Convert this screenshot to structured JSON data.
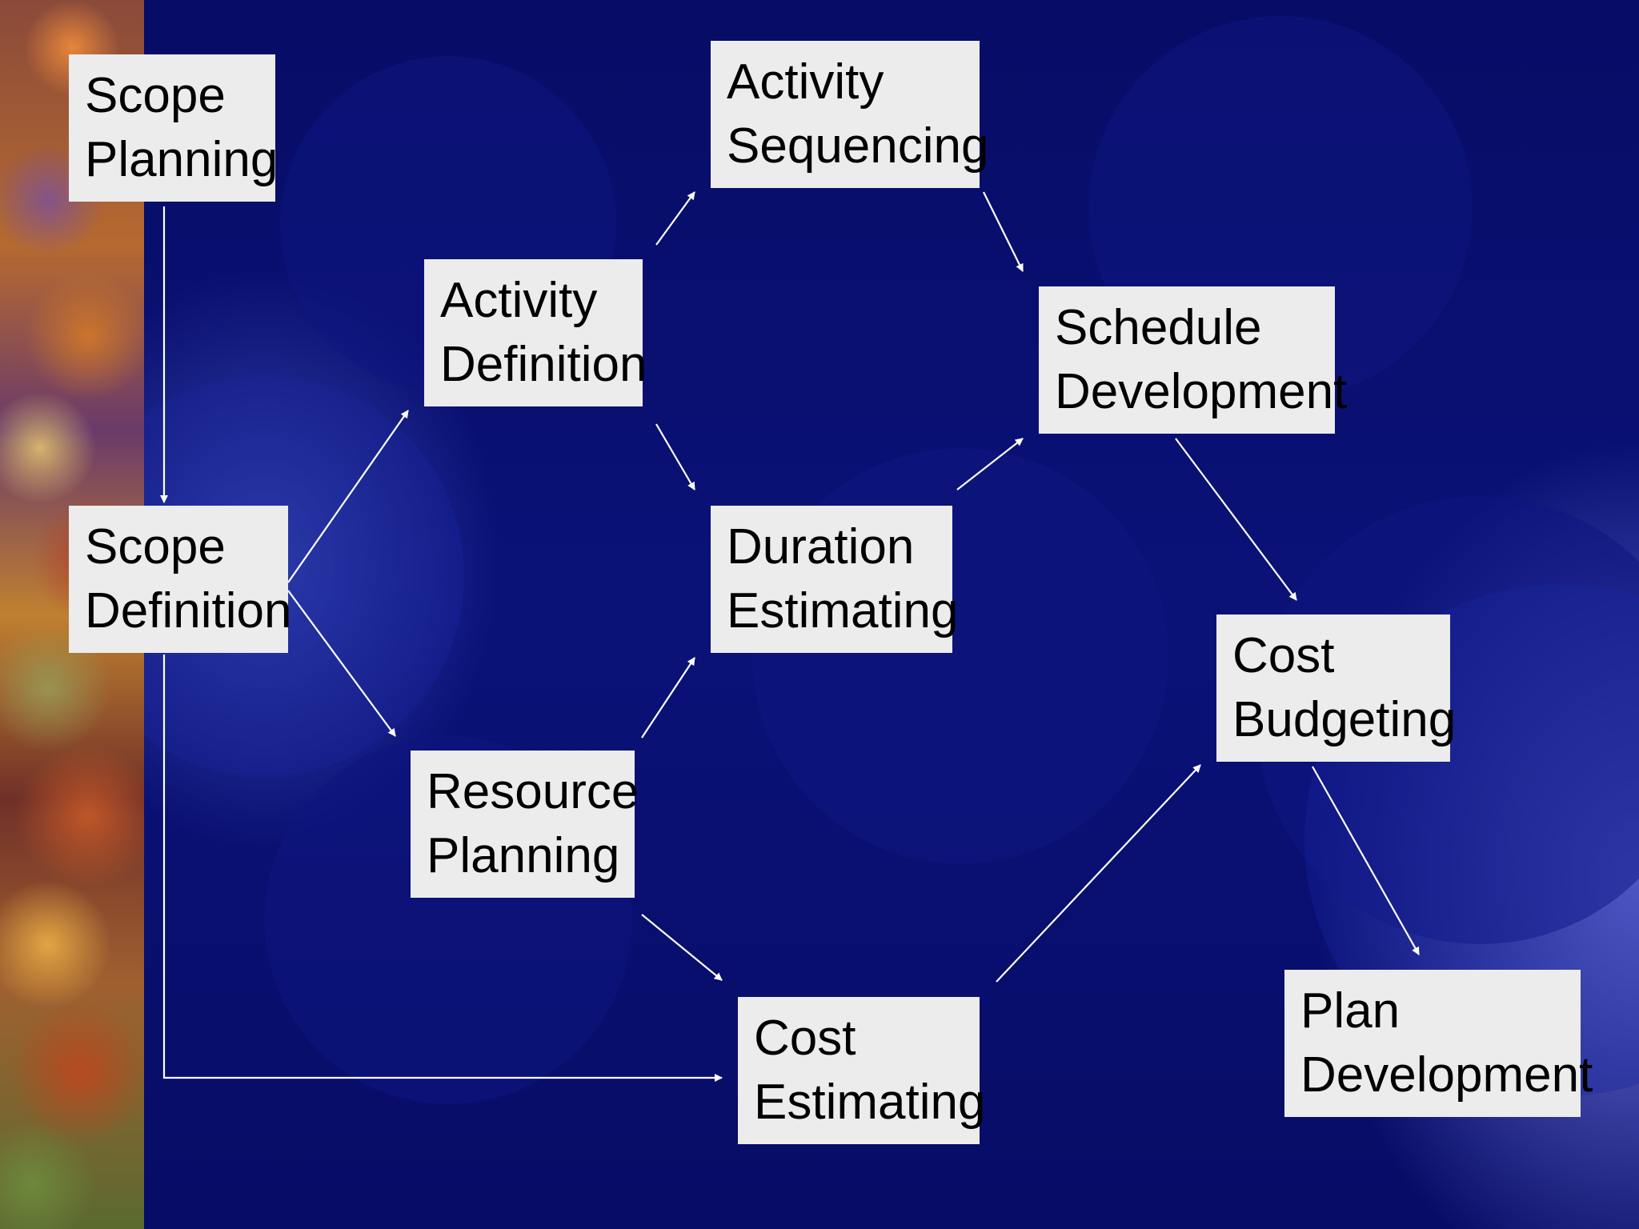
{
  "slide": {
    "nodes": {
      "scope_planning": {
        "line1": "Scope",
        "line2": "Planning"
      },
      "scope_definition": {
        "line1": "Scope",
        "line2": "Definition"
      },
      "activity_definition": {
        "line1": "Activity",
        "line2": "Definition"
      },
      "resource_planning": {
        "line1": "Resource",
        "line2": "Planning"
      },
      "activity_sequencing": {
        "line1": "Activity",
        "line2": "Sequencing"
      },
      "duration_estimating": {
        "line1": "Duration",
        "line2": "Estimating"
      },
      "cost_estimating": {
        "line1": "Cost",
        "line2": "Estimating"
      },
      "schedule_development": {
        "line1": "Schedule",
        "line2": "Development"
      },
      "cost_budgeting": {
        "line1": "Cost",
        "line2": "Budgeting"
      },
      "plan_development": {
        "line1": "Plan",
        "line2": "Development"
      }
    },
    "colors": {
      "background": "#070c66",
      "box_fill": "#ececec",
      "arrow": "#ffffff",
      "text": "#000000"
    }
  }
}
